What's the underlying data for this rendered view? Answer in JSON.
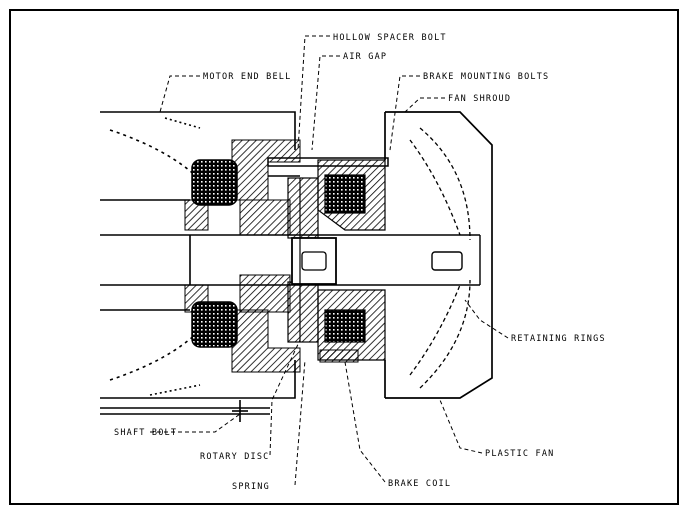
{
  "diagram": {
    "labels": {
      "hollow_spacer_bolt": "HOLLOW SPACER BOLT",
      "motor_end_bell": "MOTOR END BELL",
      "air_gap": "AIR GAP",
      "brake_mounting_bolts": "BRAKE MOUNTING BOLTS",
      "fan_shroud": "FAN SHROUD",
      "retaining_rings": "RETAINING RINGS",
      "shaft_bolt": "SHAFT BOLT",
      "plastic_fan": "PLASTIC FAN",
      "rotary_disc": "ROTARY DISC",
      "spring": "SPRING",
      "brake_coil": "BRAKE COIL"
    }
  }
}
